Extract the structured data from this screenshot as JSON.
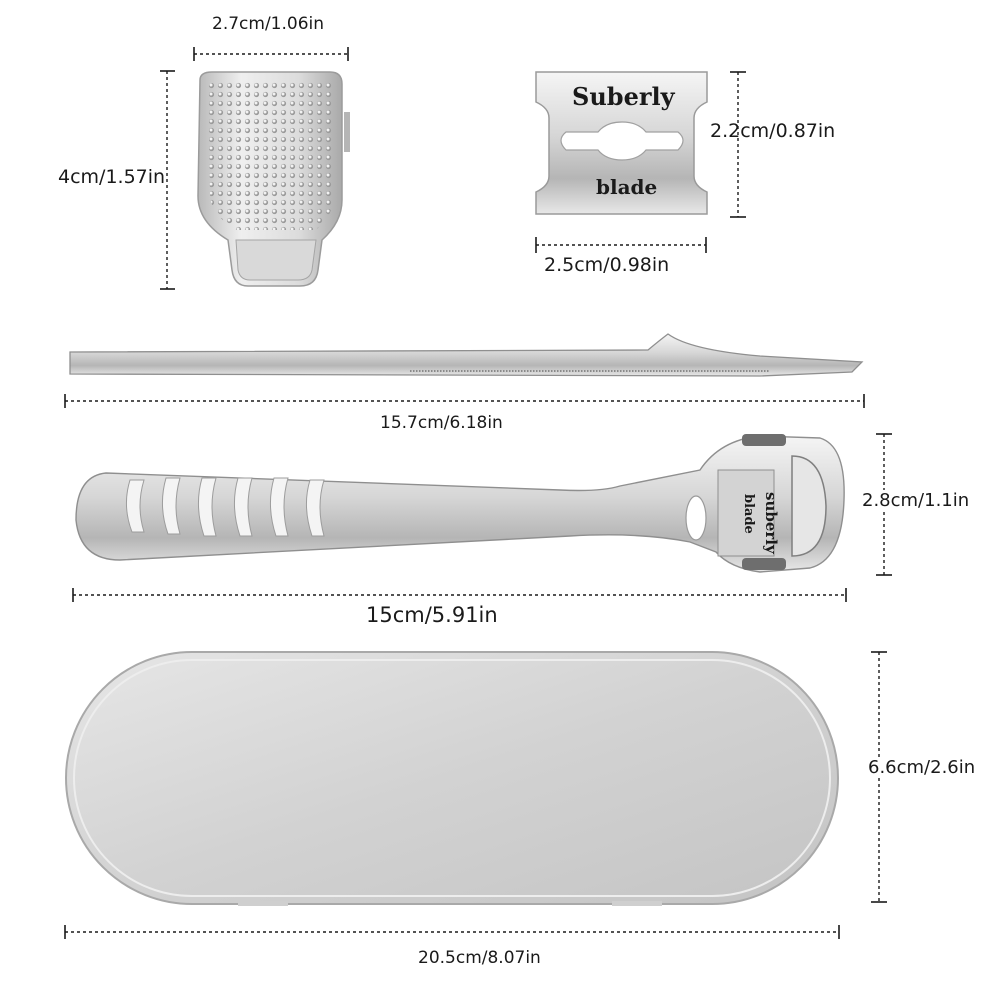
{
  "colors": {
    "metal_light": "#f4f4f4",
    "metal_mid": "#c9c9c9",
    "metal_dark": "#8c8c8c",
    "text": "#1a1a1a",
    "background": "#ffffff"
  },
  "grater_head": {
    "width_label": "2.7cm/1.06in",
    "height_label": "4cm/1.57in"
  },
  "blade": {
    "brand_text": "Suberly",
    "type_text": "blade",
    "height_label": "2.2cm/0.87in",
    "width_label": "2.5cm/0.98in"
  },
  "pick_tool": {
    "length_label": "15.7cm/6.18in"
  },
  "shaver_handle": {
    "head_brand_text": "suberly",
    "head_type_text": "blade",
    "height_label": "2.8cm/1.1in",
    "length_label": "15cm/5.91in"
  },
  "storage_case": {
    "height_label": "6.6cm/2.6in",
    "length_label": "20.5cm/8.07in"
  }
}
